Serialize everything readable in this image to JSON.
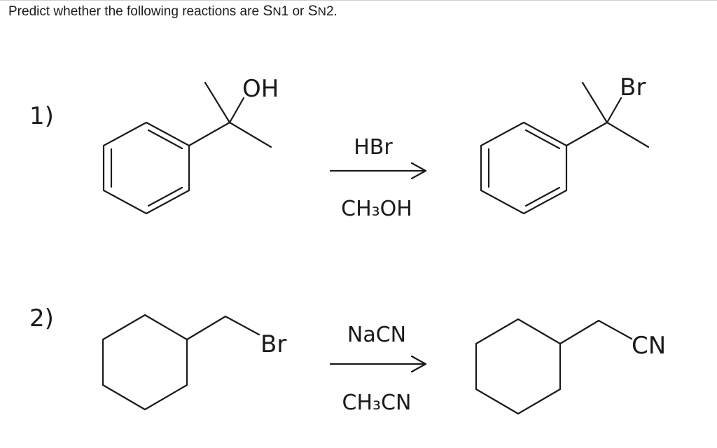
{
  "question": {
    "prefix": "Predict whether the following reactions are ",
    "s1": "S",
    "n1": "N",
    "tail1": "1 or ",
    "s2": "S",
    "n2": "N",
    "tail2": "2."
  },
  "reactions": [
    {
      "number": "1)",
      "reactant_label": "OH",
      "reagent_top": "HBr",
      "reagent_bottom": "CH₃OH",
      "product_label": "Br"
    },
    {
      "number": "2)",
      "reactant_label": "Br",
      "reagent_top": "NaCN",
      "reagent_bottom": "CH₃CN",
      "product_label": "CN"
    }
  ]
}
